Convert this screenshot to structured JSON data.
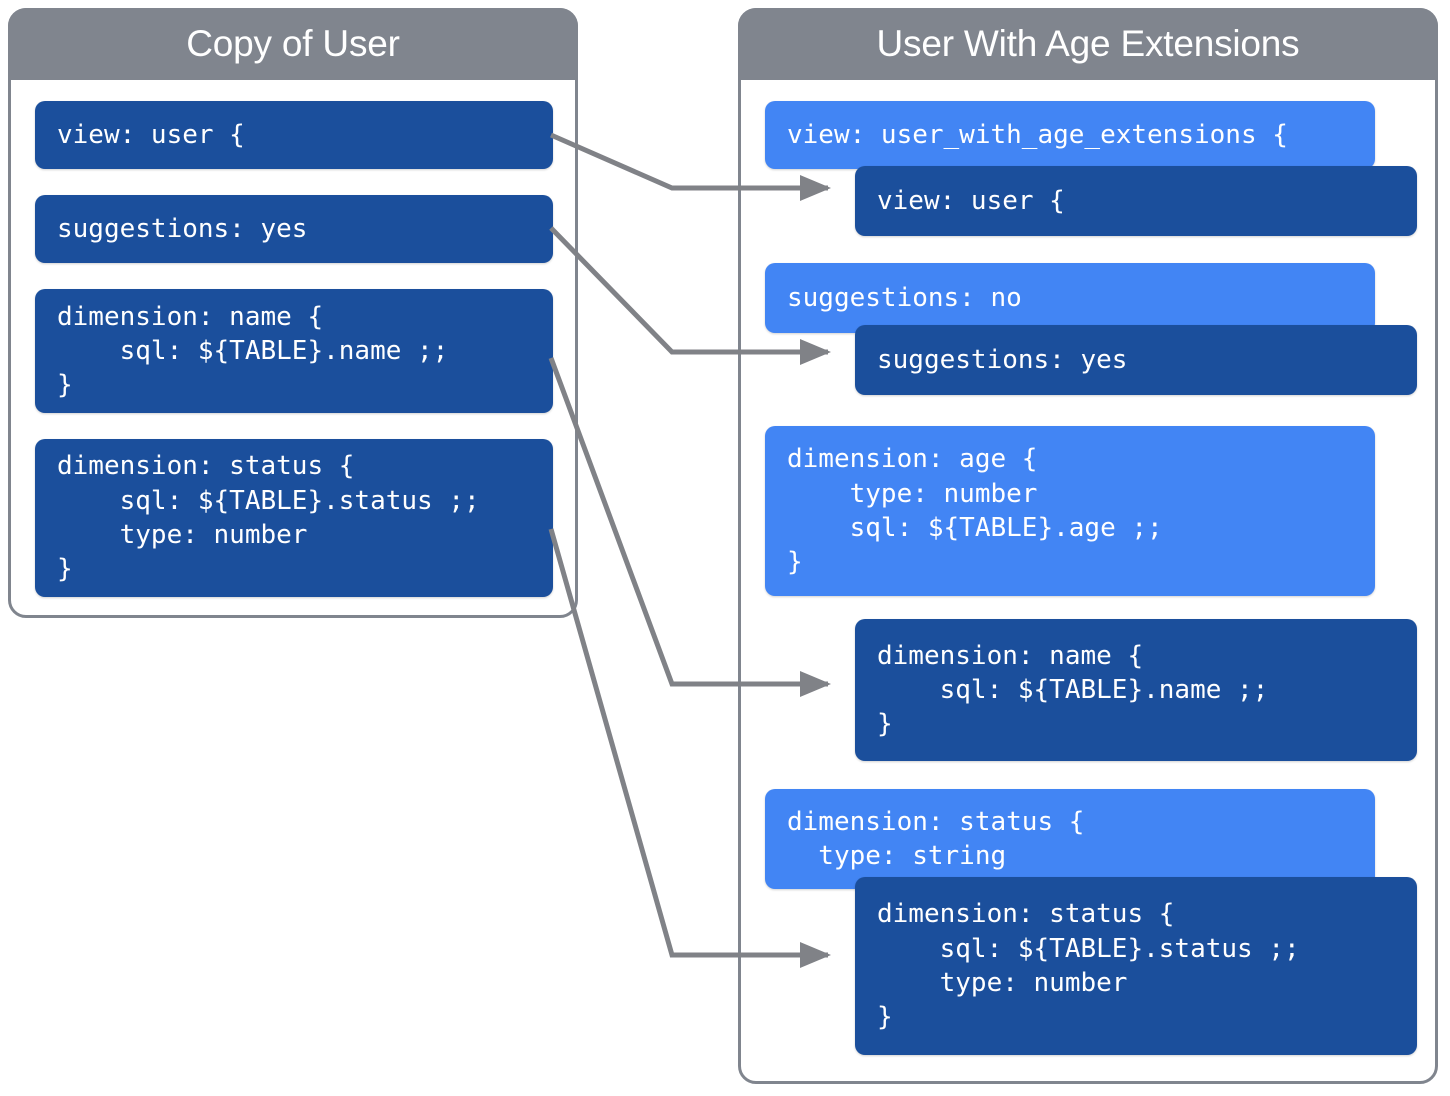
{
  "diagram": {
    "title": "LookML view extension diagram",
    "colors": {
      "panel_border": "#80858E",
      "panel_header": "#80858E",
      "code_dark_blue": "#1B4F9C",
      "code_light_blue": "#4285F4",
      "connector_gray": "#808287",
      "text_white": "#FFFFFF",
      "background": "#FFFFFF"
    }
  },
  "panels": [
    {
      "id": "copy-of-user",
      "title": "Copy of User",
      "blocks": [
        {
          "id": "left-view",
          "tone": "dark",
          "text": "view: user {"
        },
        {
          "id": "left-suggestions",
          "tone": "dark",
          "text": "suggestions: yes"
        },
        {
          "id": "left-dim-name",
          "tone": "dark",
          "text": "dimension: name {\n    sql: ${TABLE}.name ;;\n}"
        },
        {
          "id": "left-dim-status",
          "tone": "dark",
          "text": "dimension: status {\n    sql: ${TABLE}.status ;;\n    type: number\n}"
        }
      ]
    },
    {
      "id": "user-with-age-extensions",
      "title": "User With Age Extensions",
      "blocks": [
        {
          "id": "right-view-ext",
          "tone": "light",
          "text": "view: user_with_age_extensions {"
        },
        {
          "id": "right-view-user",
          "tone": "dark",
          "text": "view: user {"
        },
        {
          "id": "right-sugg-no",
          "tone": "light",
          "text": "suggestions: no"
        },
        {
          "id": "right-sugg-yes",
          "tone": "dark",
          "text": "suggestions: yes"
        },
        {
          "id": "right-dim-age",
          "tone": "light",
          "text": "dimension: age {\n    type: number\n    sql: ${TABLE}.age ;;\n}"
        },
        {
          "id": "right-dim-name",
          "tone": "dark",
          "text": "dimension: name {\n    sql: ${TABLE}.name ;;\n}"
        },
        {
          "id": "right-dim-status-l",
          "tone": "light",
          "text": "dimension: status {\n  type: string"
        },
        {
          "id": "right-dim-status-d",
          "tone": "dark",
          "text": "dimension: status {\n    sql: ${TABLE}.status ;;\n    type: number\n}"
        }
      ]
    }
  ],
  "connectors": [
    {
      "id": "conn-view",
      "from": "left-view",
      "to": "right-view-user"
    },
    {
      "id": "conn-suggestions",
      "from": "left-suggestions",
      "to": "right-sugg-yes"
    },
    {
      "id": "conn-dim-name",
      "from": "left-dim-name",
      "to": "right-dim-name"
    },
    {
      "id": "conn-dim-status",
      "from": "left-dim-status",
      "to": "right-dim-status-d"
    }
  ]
}
